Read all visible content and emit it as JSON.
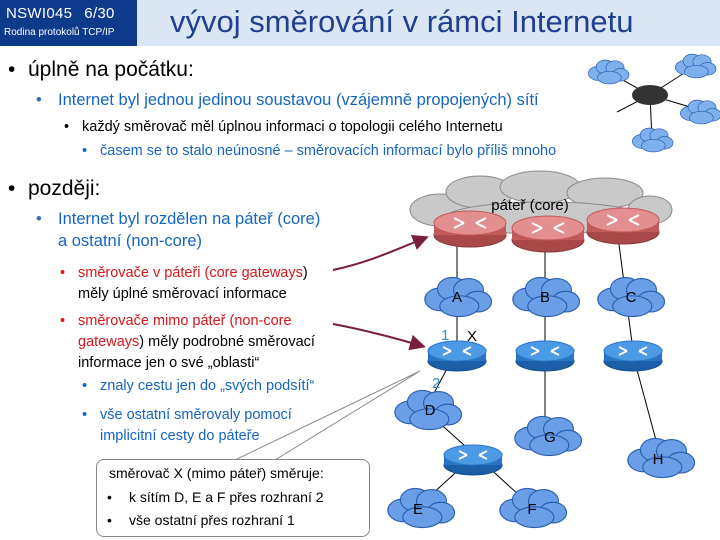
{
  "header": {
    "course": "NSWI045",
    "page": "6/30",
    "subtitle": "Rodina protokolů TCP/IP",
    "title": "vývoj směrování v rámci Internetu"
  },
  "bullets": {
    "b1": "úplně na počátku:",
    "b1_1": "Internet byl jednou jedinou soustavou (vzájemně propojených) sítí",
    "b1_1_1": "každý směrovač měl úplnou informaci o topologii celého Internetu",
    "b1_1_1_1": "časem se to stalo neúnosné – směrovacích informací bylo příliš mnoho",
    "b2": "později:",
    "b2_1_line1": "Internet byl rozdělen na páteř (core)",
    "b2_1_line2": "a ostatní (non-core)",
    "b2_1_1_line1_a": "směrovače v páteři (",
    "b2_1_1_line1_b": "core gateways",
    "b2_1_1_line1_c": ")",
    "b2_1_1_line2": "měly úplné směrovací informace",
    "b2_1_2_line1": "směrovače mimo páteř (non-core",
    "b2_1_2_line2_a": "gateways",
    "b2_1_2_line2_b": ") měly podrobné směrovací",
    "b2_1_2_line3": "informace jen o své „oblasti“",
    "b2_1_2_1": "znaly cestu jen do „svých podsítí“",
    "b2_1_2_2_line1": "vše ostatní směrovaly pomocí",
    "b2_1_2_2_line2": "implicitní cesty do páteře"
  },
  "diagram": {
    "core_label": "páteř (core)",
    "networks": [
      "A",
      "B",
      "C",
      "D",
      "E",
      "F",
      "G",
      "H"
    ],
    "router_x_label": "X",
    "interface_1": "1",
    "interface_2": "2"
  },
  "callout": {
    "title": "směrovač X (mimo páteř) směruje:",
    "item1": "k sítím  D, E a F přes rozhraní 2",
    "item2": "vše ostatní přes rozhraní 1"
  },
  "colors": {
    "badge": "#0e3a8c",
    "header_bg": "#dbe6f4",
    "title": "#1f3f8f",
    "level2_text": "#1565c0",
    "red_text": "#d8161b",
    "cloud_blue": "#6a9ee6",
    "cloud_gray": "#c9c9c9",
    "router_red": "#d06a6a",
    "router_blue": "#2f7fd4",
    "arrow": "#7a1f3a"
  },
  "icons": [
    "cloud-icon",
    "router-icon"
  ]
}
